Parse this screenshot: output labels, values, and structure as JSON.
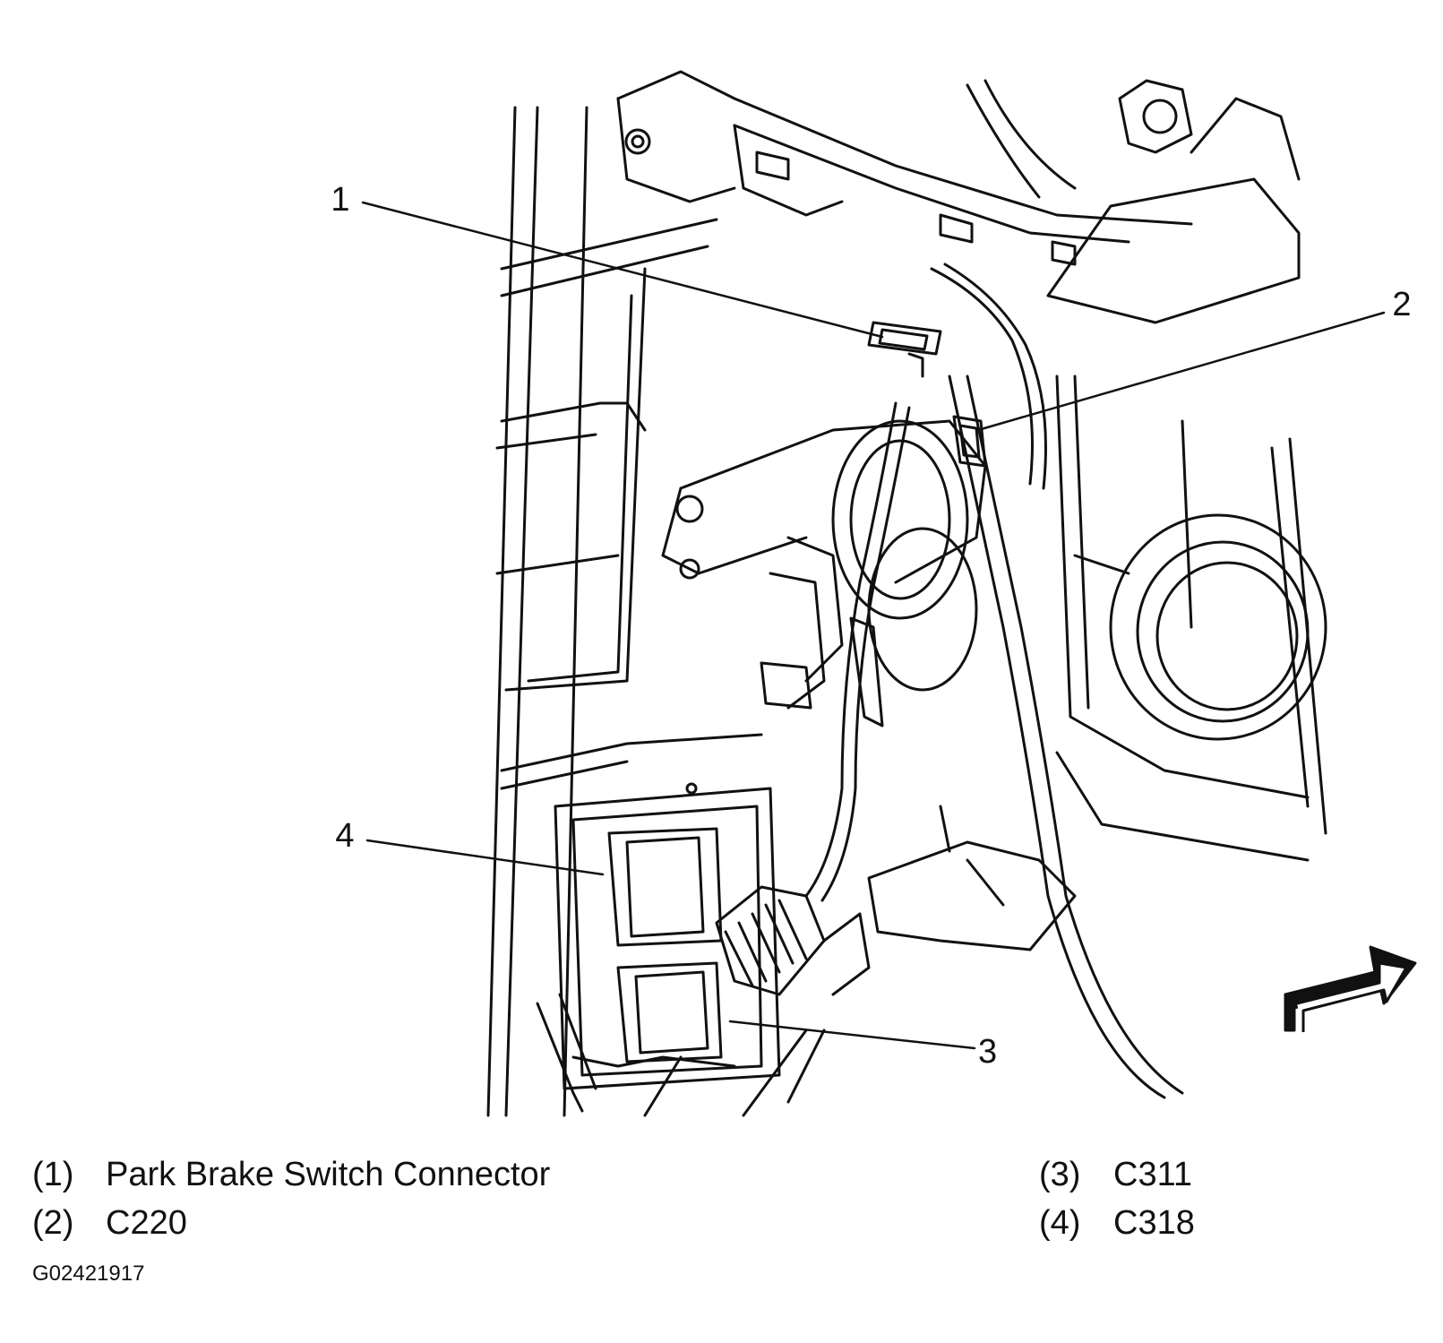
{
  "callouts": [
    {
      "number": "1",
      "label": "Park Brake Switch Connector"
    },
    {
      "number": "2",
      "label": "C220"
    },
    {
      "number": "3",
      "label": "C311"
    },
    {
      "number": "4",
      "label": "C318"
    }
  ],
  "legend": [
    {
      "num": "(1)",
      "text": "Park Brake Switch Connector"
    },
    {
      "num": "(2)",
      "text": "C220"
    },
    {
      "num": "(3)",
      "text": "C311"
    },
    {
      "num": "(4)",
      "text": "C318"
    }
  ],
  "figure_id": "G02421917",
  "icons": [
    "front-direction-arrow-icon"
  ],
  "colors": {
    "ink": "#111111",
    "paper": "#ffffff"
  }
}
